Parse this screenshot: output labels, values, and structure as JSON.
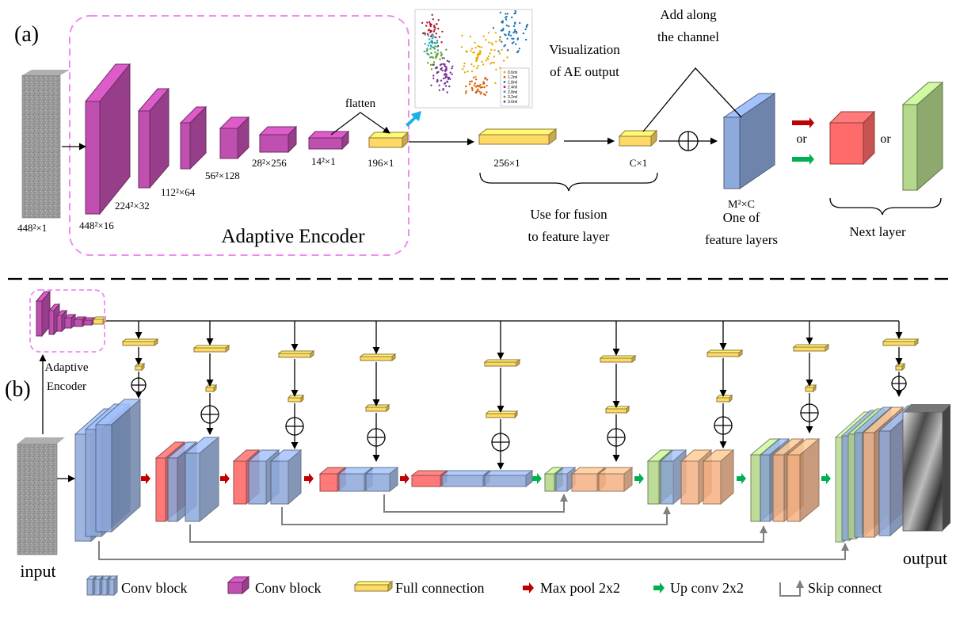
{
  "panel_a": {
    "label": "(a)",
    "encoder_title": "Adaptive Encoder",
    "input_dim": "448²×1",
    "encoder_dims": [
      "448²×16",
      "224²×32",
      "112²×64",
      "56²×128",
      "28²×256",
      "14²×1",
      "196×1"
    ],
    "flatten": "flatten",
    "visualization_l1": "Visualization",
    "visualization_l2": "of AE output",
    "scatter_legend": [
      "0.6ml",
      "1.2ml",
      "1.8ml",
      "2.4ml",
      "2.8ml",
      "3.2ml",
      "3.6ml"
    ],
    "fc1_dim": "256×1",
    "fc2_dim": "C×1",
    "add_l1": "Add along",
    "add_l2": "the channel",
    "feature_dim": "M²×C",
    "feature_l1": "One of",
    "feature_l2": "feature layers",
    "fusion_l1": "Use for fusion",
    "fusion_l2": "to feature layer",
    "or": "or",
    "next_layer": "Next layer"
  },
  "panel_b": {
    "label": "(b)",
    "encoder_l1": "Adaptive",
    "encoder_l2": "Encoder",
    "input": "input",
    "output": "output"
  },
  "legend": {
    "conv_block_unet": "Conv block",
    "conv_block_ae": "Conv block",
    "full_connection": "Full connection",
    "max_pool": "Max pool 2x2",
    "up_conv": "Up conv 2x2",
    "skip": "Skip connect"
  },
  "colors": {
    "magenta": "#c050b0",
    "gold": "#ffd966",
    "blue": "#8ea9db",
    "red": "#ff6b6b",
    "green": "#b5d98c",
    "orange": "#f4b183",
    "pool_arrow": "#c00000",
    "up_arrow": "#00b050",
    "skip_line": "#808080",
    "cyan_arrow": "#1cb0e8"
  }
}
